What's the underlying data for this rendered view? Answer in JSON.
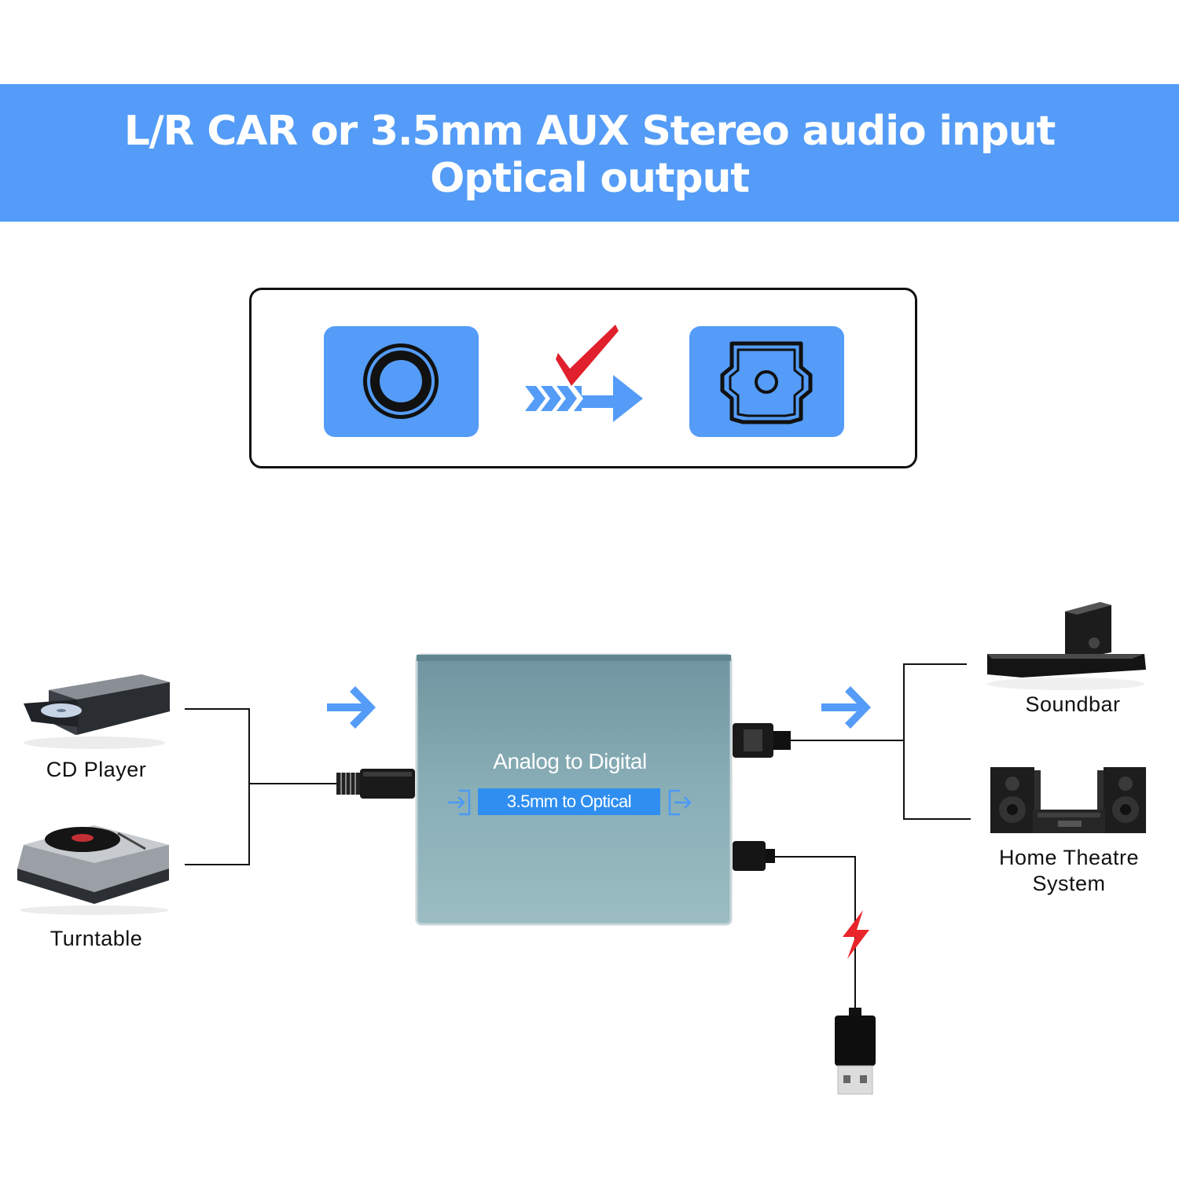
{
  "banner": {
    "line1": "L/R CAR or 3.5mm AUX Stereo audio input",
    "line2": "Optical output"
  },
  "flow": {
    "input_icon": "aux-jack-icon",
    "check_icon": "check-mark-icon",
    "arrow_icon": "chevron-arrow-icon",
    "output_icon": "optical-port-icon"
  },
  "sources": [
    {
      "label": "CD Player",
      "icon": "cd-player-icon"
    },
    {
      "label": "Turntable",
      "icon": "turntable-icon"
    }
  ],
  "device": {
    "title": "Analog to Digital",
    "subtitle": "3.5mm to Optical"
  },
  "outputs": [
    {
      "label": "Soundbar",
      "icon": "soundbar-icon"
    },
    {
      "label": "Home Theatre",
      "label2": "System",
      "icon": "home-theatre-icon"
    }
  ],
  "power": {
    "icon": "usb-plug-icon",
    "bolt": "lightning-bolt-icon"
  },
  "colors": {
    "accent": "#549cf7",
    "device_body": "#7fa7b0",
    "device_label_bg": "#2f8ef0",
    "check": "#e0202c",
    "bolt": "#e8252b"
  }
}
